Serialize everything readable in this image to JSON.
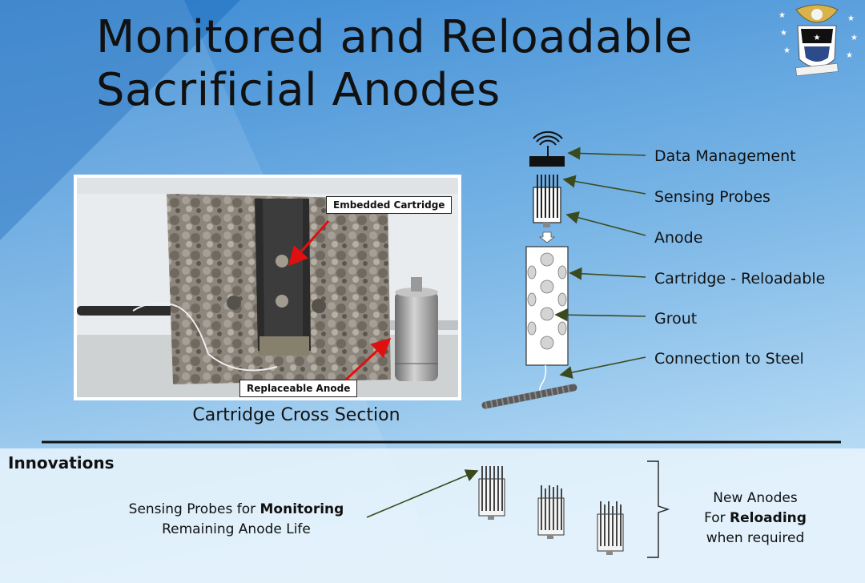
{
  "slide": {
    "title_line1": "Monitored and Reloadable",
    "title_line2": "Sacrificial Anodes",
    "seal_icon": "air-force-seal-icon"
  },
  "photo": {
    "callout_cartridge": "Embedded Cartridge",
    "callout_anode": "Replaceable Anode",
    "caption": "Cartridge Cross Section"
  },
  "diagram": {
    "labels": [
      "Data Management",
      "Sensing Probes",
      "Anode",
      "Cartridge - Reloadable",
      "Grout",
      "Connection to Steel"
    ]
  },
  "innovations": {
    "heading": "Innovations",
    "probes_text_pre": "Sensing Probes for ",
    "probes_text_bold": "Monitoring",
    "probes_text_line2": "Remaining Anode Life",
    "reload_line1": "New Anodes",
    "reload_line2_pre": "For ",
    "reload_line2_bold": "Reloading",
    "reload_line3": "when required"
  },
  "colors": {
    "background_top": "#3e8ed6",
    "background_bottom": "#a9d2f1",
    "arrow_olive": "#3a4a1e",
    "callout_arrow_red": "#e01010"
  }
}
